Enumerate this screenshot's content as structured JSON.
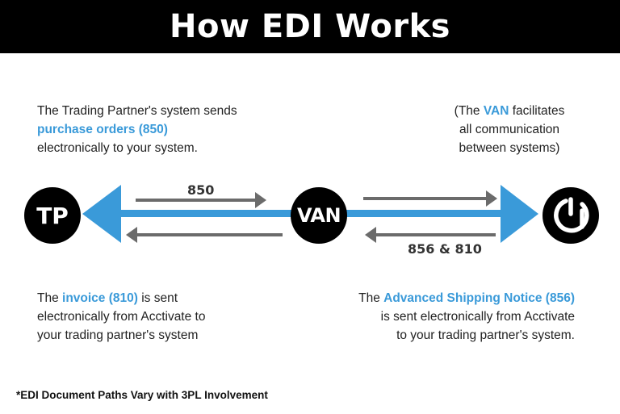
{
  "title": "How EDI Works",
  "nodes": {
    "tp": "TP",
    "van": "VAN"
  },
  "arrow_labels": {
    "top": "850",
    "bottom": "856 & 810"
  },
  "top_left": {
    "line1": "The Trading Partner's system sends",
    "line2_hl": "purchase orders  (850)",
    "line3": "electronically to your system."
  },
  "top_right": {
    "line1_pre": "(The ",
    "line1_hl": "VAN",
    "line1_post": " facilitates",
    "line2": "all communication",
    "line3": "between systems)"
  },
  "bottom_left": {
    "line1_pre": "The ",
    "line1_hl": "invoice (810)",
    "line1_post": " is sent",
    "line2": "electronically from Acctivate to",
    "line3": "your trading partner's system"
  },
  "bottom_right": {
    "line1_pre": "The ",
    "line1_hl": "Advanced Shipping Notice (856)",
    "line2": "is sent electronically from Acctivate",
    "line3": "to your trading partner's system."
  },
  "footnote": "*EDI Document Paths Vary with 3PL Involvement",
  "colors": {
    "accent_blue": "#3a9ad9",
    "gray_arrow": "#6b6b6b",
    "banner": "#000000"
  },
  "icons": {
    "acctivate_logo": "power-a-logo-icon"
  }
}
